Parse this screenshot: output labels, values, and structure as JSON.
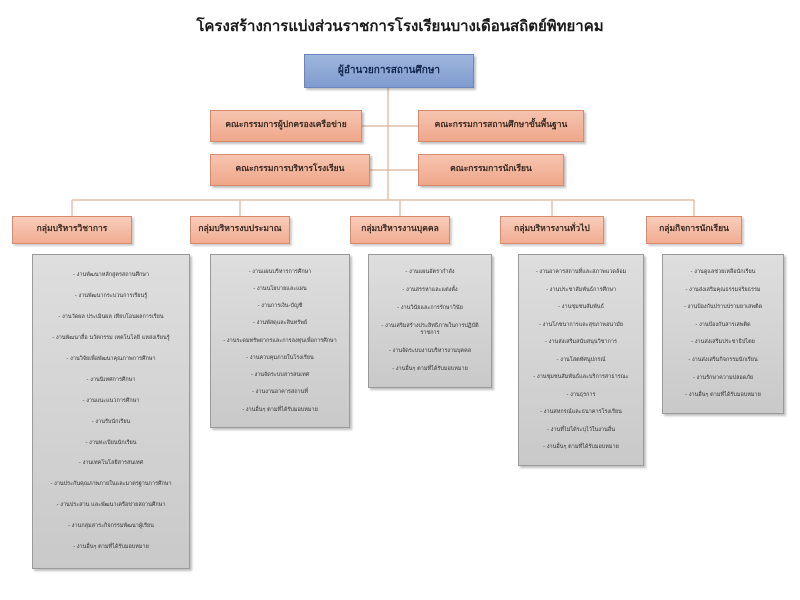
{
  "title": "โครงสร้างการแบ่งส่วนราชการโรงเรียนบางเดือนสถิตย์พิทยาคม",
  "director": "ผู้อำนวยการสถานศึกษา",
  "committees": [
    "คณะกรรมการผู้ปกครองเครือข่าย",
    "คณะกรรมการสถานศึกษาขั้นพื้นฐาน",
    "คณะกรรมการบริหารโรงเรียน",
    "คณะกรรมการนักเรียน"
  ],
  "groups": [
    {
      "name": "กลุ่มบริหารวิชาการ",
      "items": [
        "- งานพัฒนาหลักสูตรสถานศึกษา",
        "- งานพัฒนากระบวนการเรียนรู้",
        "- งานวัดผล ประเมินผล เทียบโอนผลการเรียน",
        "- งานพัฒนาสื่อ นวัตกรรม เทคโนโลยี แหล่งเรียนรู้",
        "- งานวิจัยเพื่อพัฒนาคุณภาพการศึกษา",
        "- งานนิเทศการศึกษา",
        "- งานแนะแนวการศึกษา",
        "- งานรับนักเรียน",
        "- งานทะเบียนนักเรียน",
        "- งานเทคโนโลยีสารสนเทศ",
        "- งานประกันคุณภาพภายในและมาตรฐานการศึกษา",
        "- งานประสาน และพัฒนาเครือข่ายสถานศึกษา",
        "- งานกลุ่มสาระกิจกรรมพัฒนาผู้เรียน",
        "- งานอื่นๆ ตามที่ได้รับมอบหมาย"
      ]
    },
    {
      "name": "กลุ่มบริหารงบประมาณ",
      "items": [
        "- งานแผนบริหารการศึกษา",
        "- งานนโยบายและแผน",
        "- งานการเงิน-บัญชี",
        "- งานพัสดุและสินทรัพย์",
        "- งานระดมทรัพยากรและการลงทุนเพื่อการศึกษา",
        "- งานควบคุมภายในโรงเรียน",
        "- งานจัดระบบสารสนเทศ",
        "- งานงานอาคารสถานที่",
        "- งานอื่นๆ ตามที่ได้รับมอบหมาย"
      ]
    },
    {
      "name": "กลุ่มบริหารงานบุคคล",
      "items": [
        "- งานแผนอัตรากำลัง",
        "- งานสรรหาและแต่งตั้ง",
        "- งานวินัยและการรักษาวินัย",
        "- งานเสริมสร้างประสิทธิภาพในการปฏิบัติราชการ",
        "- งานจัดระบบงานบริหารงานบุคคล",
        "- งานอื่นๆ ตามที่ได้รับมอบหมาย"
      ]
    },
    {
      "name": "กลุ่มบริหารงานทั่วไป",
      "items": [
        "- งานอาคารสถานที่และสภาพแวดล้อม",
        "- งานประชาสัมพันธ์การศึกษา",
        "- งานชุมชนสัมพันธ์",
        "- งานโภชนาการและสุขภาพอนามัย",
        "- งานส่งเสริมสนับสนุนวิชาการ",
        "- งานโสตทัศนูปกรณ์",
        "- งานชุมชนสัมพันธ์และบริการสาธารณะ",
        "- งานธุรการ",
        "- งานสหกรณ์และธนาคารโรงเรียน",
        "- งานที่ไม่ได้ระบุไว้ในงานอื่น",
        "- งานอื่นๆ ตามที่ได้รับมอบหมาย"
      ]
    },
    {
      "name": "กลุ่มกิจการนักเรียน",
      "items": [
        "- งานดูแลช่วยเหลือนักเรียน",
        "- งานส่งเสริมคุณธรรมจริยธรรม",
        "- งานป้องกันปราบปรามยาเสพติด",
        "- งานป้องกันสารเสพติด",
        "- งานส่งเสริมประชาธิปไตย",
        "- งานส่งเสริมกิจกรรมนักเรียน",
        "- งานรักษาความปลอดภัย",
        "- งานอื่นๆ ตามที่ได้รับมอบหมาย"
      ]
    }
  ]
}
